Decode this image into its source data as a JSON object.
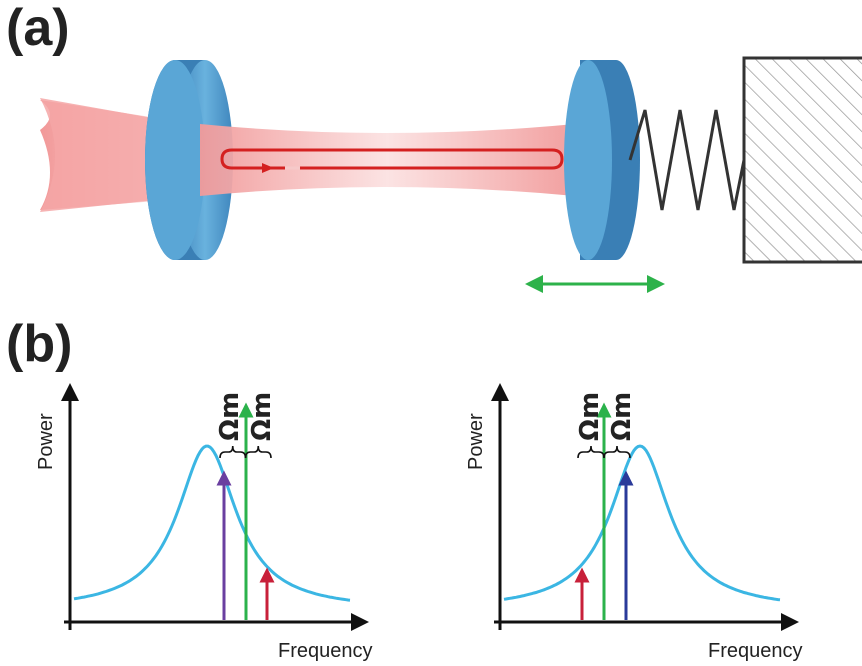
{
  "panels": {
    "a": {
      "label": "(a)"
    },
    "b": {
      "label": "(b)"
    }
  },
  "plots": [
    {
      "xlabel": "Frequency",
      "ylabel": "Power",
      "omega_left": "Ωm",
      "omega_right": "Ωm"
    },
    {
      "xlabel": "Frequency",
      "ylabel": "Power",
      "omega_left": "Ωm",
      "omega_right": "Ωm"
    }
  ],
  "colors": {
    "mirror": "#4f9fd0",
    "mirror_dark": "#2e79ad",
    "beam": "#f3a3a3",
    "beam_path": "#d42020",
    "spring": "#333333",
    "wall_hatch": "#999999",
    "motion_arrow": "#2db24a",
    "lorentzian": "#3bb6e3",
    "carrier": "#2bb24b",
    "sideband_purple": "#6a3fa0",
    "sideband_red": "#c8203a",
    "sideband_blue": "#2a3a9a"
  }
}
